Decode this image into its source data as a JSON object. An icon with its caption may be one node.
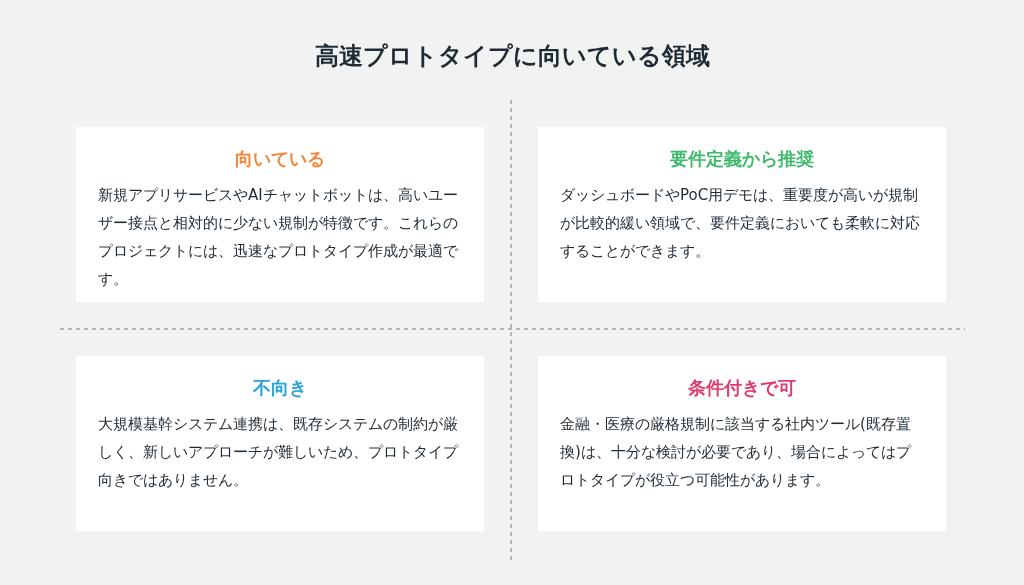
{
  "diagram": {
    "title": "高速プロトタイプに向いている領域",
    "nodes": [
      {
        "text": [
          "向いている",
          "新規アプリサービスやAIチャットボットは、高いユーザー接点と相対的に少ない規制が特徴です。これらのプロジェクトには、迅速なプロトタイプ作成が最適です。"
        ]
      },
      {
        "text": [
          "要件定義から推奨",
          "ダッシュボードやPoC用デモは、重要度が高いが規制が比較的緩い領域で、要件定義においても柔軟に対応することができます。"
        ]
      },
      {
        "text": [
          "不向き",
          "大規模基幹システム連携は、既存システムの制約が厳しく、新しいアプローチが難しいため、プロトタイプ向きではありません。"
        ]
      },
      {
        "text": [
          "条件付きで可",
          "金融・医療の厳格規制に該当する社内ツール(既存置換)は、十分な検討が必要であり、場合によってはプロトタイプが役立つ可能性があります。"
        ]
      }
    ]
  }
}
